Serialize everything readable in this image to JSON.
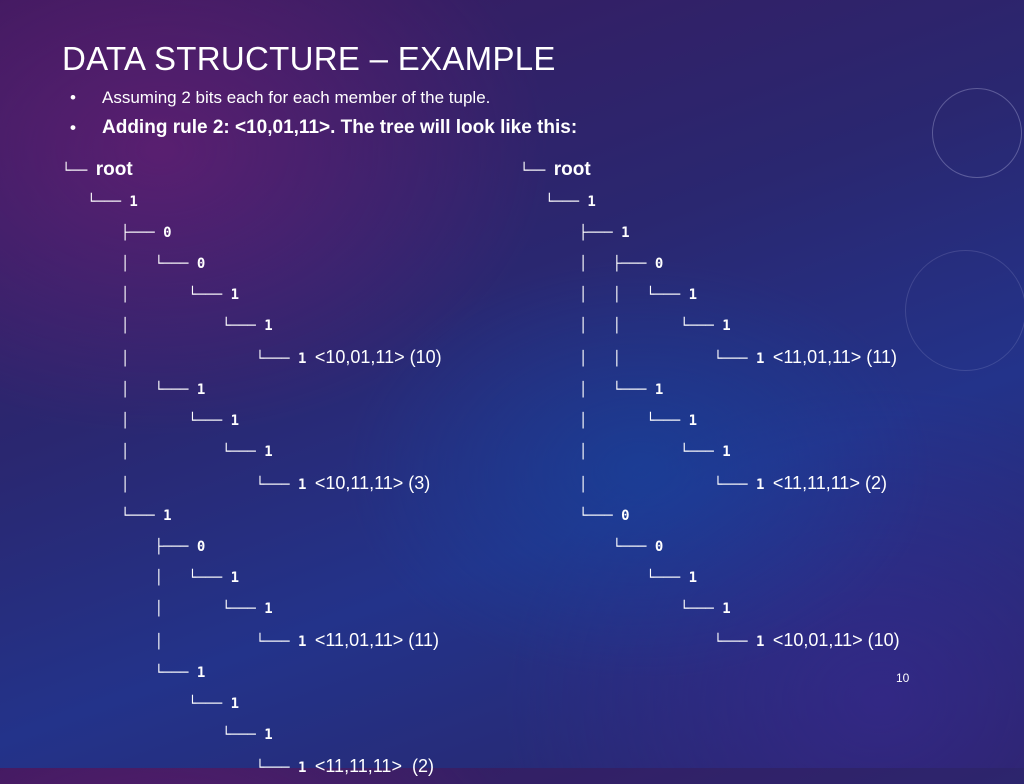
{
  "slide": {
    "title": "DATA STRUCTURE – EXAMPLE",
    "bullets": [
      "Assuming 2 bits each for each member of the tuple.",
      "Adding rule 2: <10,01,11>. The tree will look like this:"
    ],
    "bullet_symbol": "•",
    "slide_number": "10"
  },
  "trees": {
    "left": {
      "lines": [
        "└── ",
        "   └─── 1",
        "       ├─── 0",
        "       │   └─── 0",
        "       │       └─── 1",
        "       │           └─── 1",
        "       │               └─── 1 ",
        "       │   └─── 1",
        "       │       └─── 1",
        "       │           └─── 1",
        "       │               └─── 1 ",
        "       └─── 1",
        "           ├─── 0",
        "           │   └─── 1",
        "           │       └─── 1",
        "           │           └─── 1 ",
        "           └─── 1",
        "               └─── 1",
        "                   └─── 1",
        "                       └─── 1 "
      ],
      "root_label": "root",
      "leaves": {
        "6": "<10,01,11> (10)",
        "10": "<10,11,11> (3)",
        "15": "<11,01,11> (11)",
        "19": "<11,11,11>  (2)"
      }
    },
    "right": {
      "lines": [
        "└── ",
        "   └─── 1",
        "       ├─── 1",
        "       │   ├─── 0",
        "       │   │   └─── 1",
        "       │   │       └─── 1",
        "       │   │           └─── 1 ",
        "       │   └─── 1",
        "       │       └─── 1",
        "       │           └─── 1",
        "       │               └─── 1 ",
        "       └─── 0",
        "           └─── 0",
        "               └─── 1",
        "                   └─── 1",
        "                       └─── 1 "
      ],
      "root_label": "root",
      "leaves": {
        "6": "<11,01,11> (11)",
        "10": "<11,11,11> (2)",
        "15": "<10,01,11> (10)"
      }
    }
  }
}
